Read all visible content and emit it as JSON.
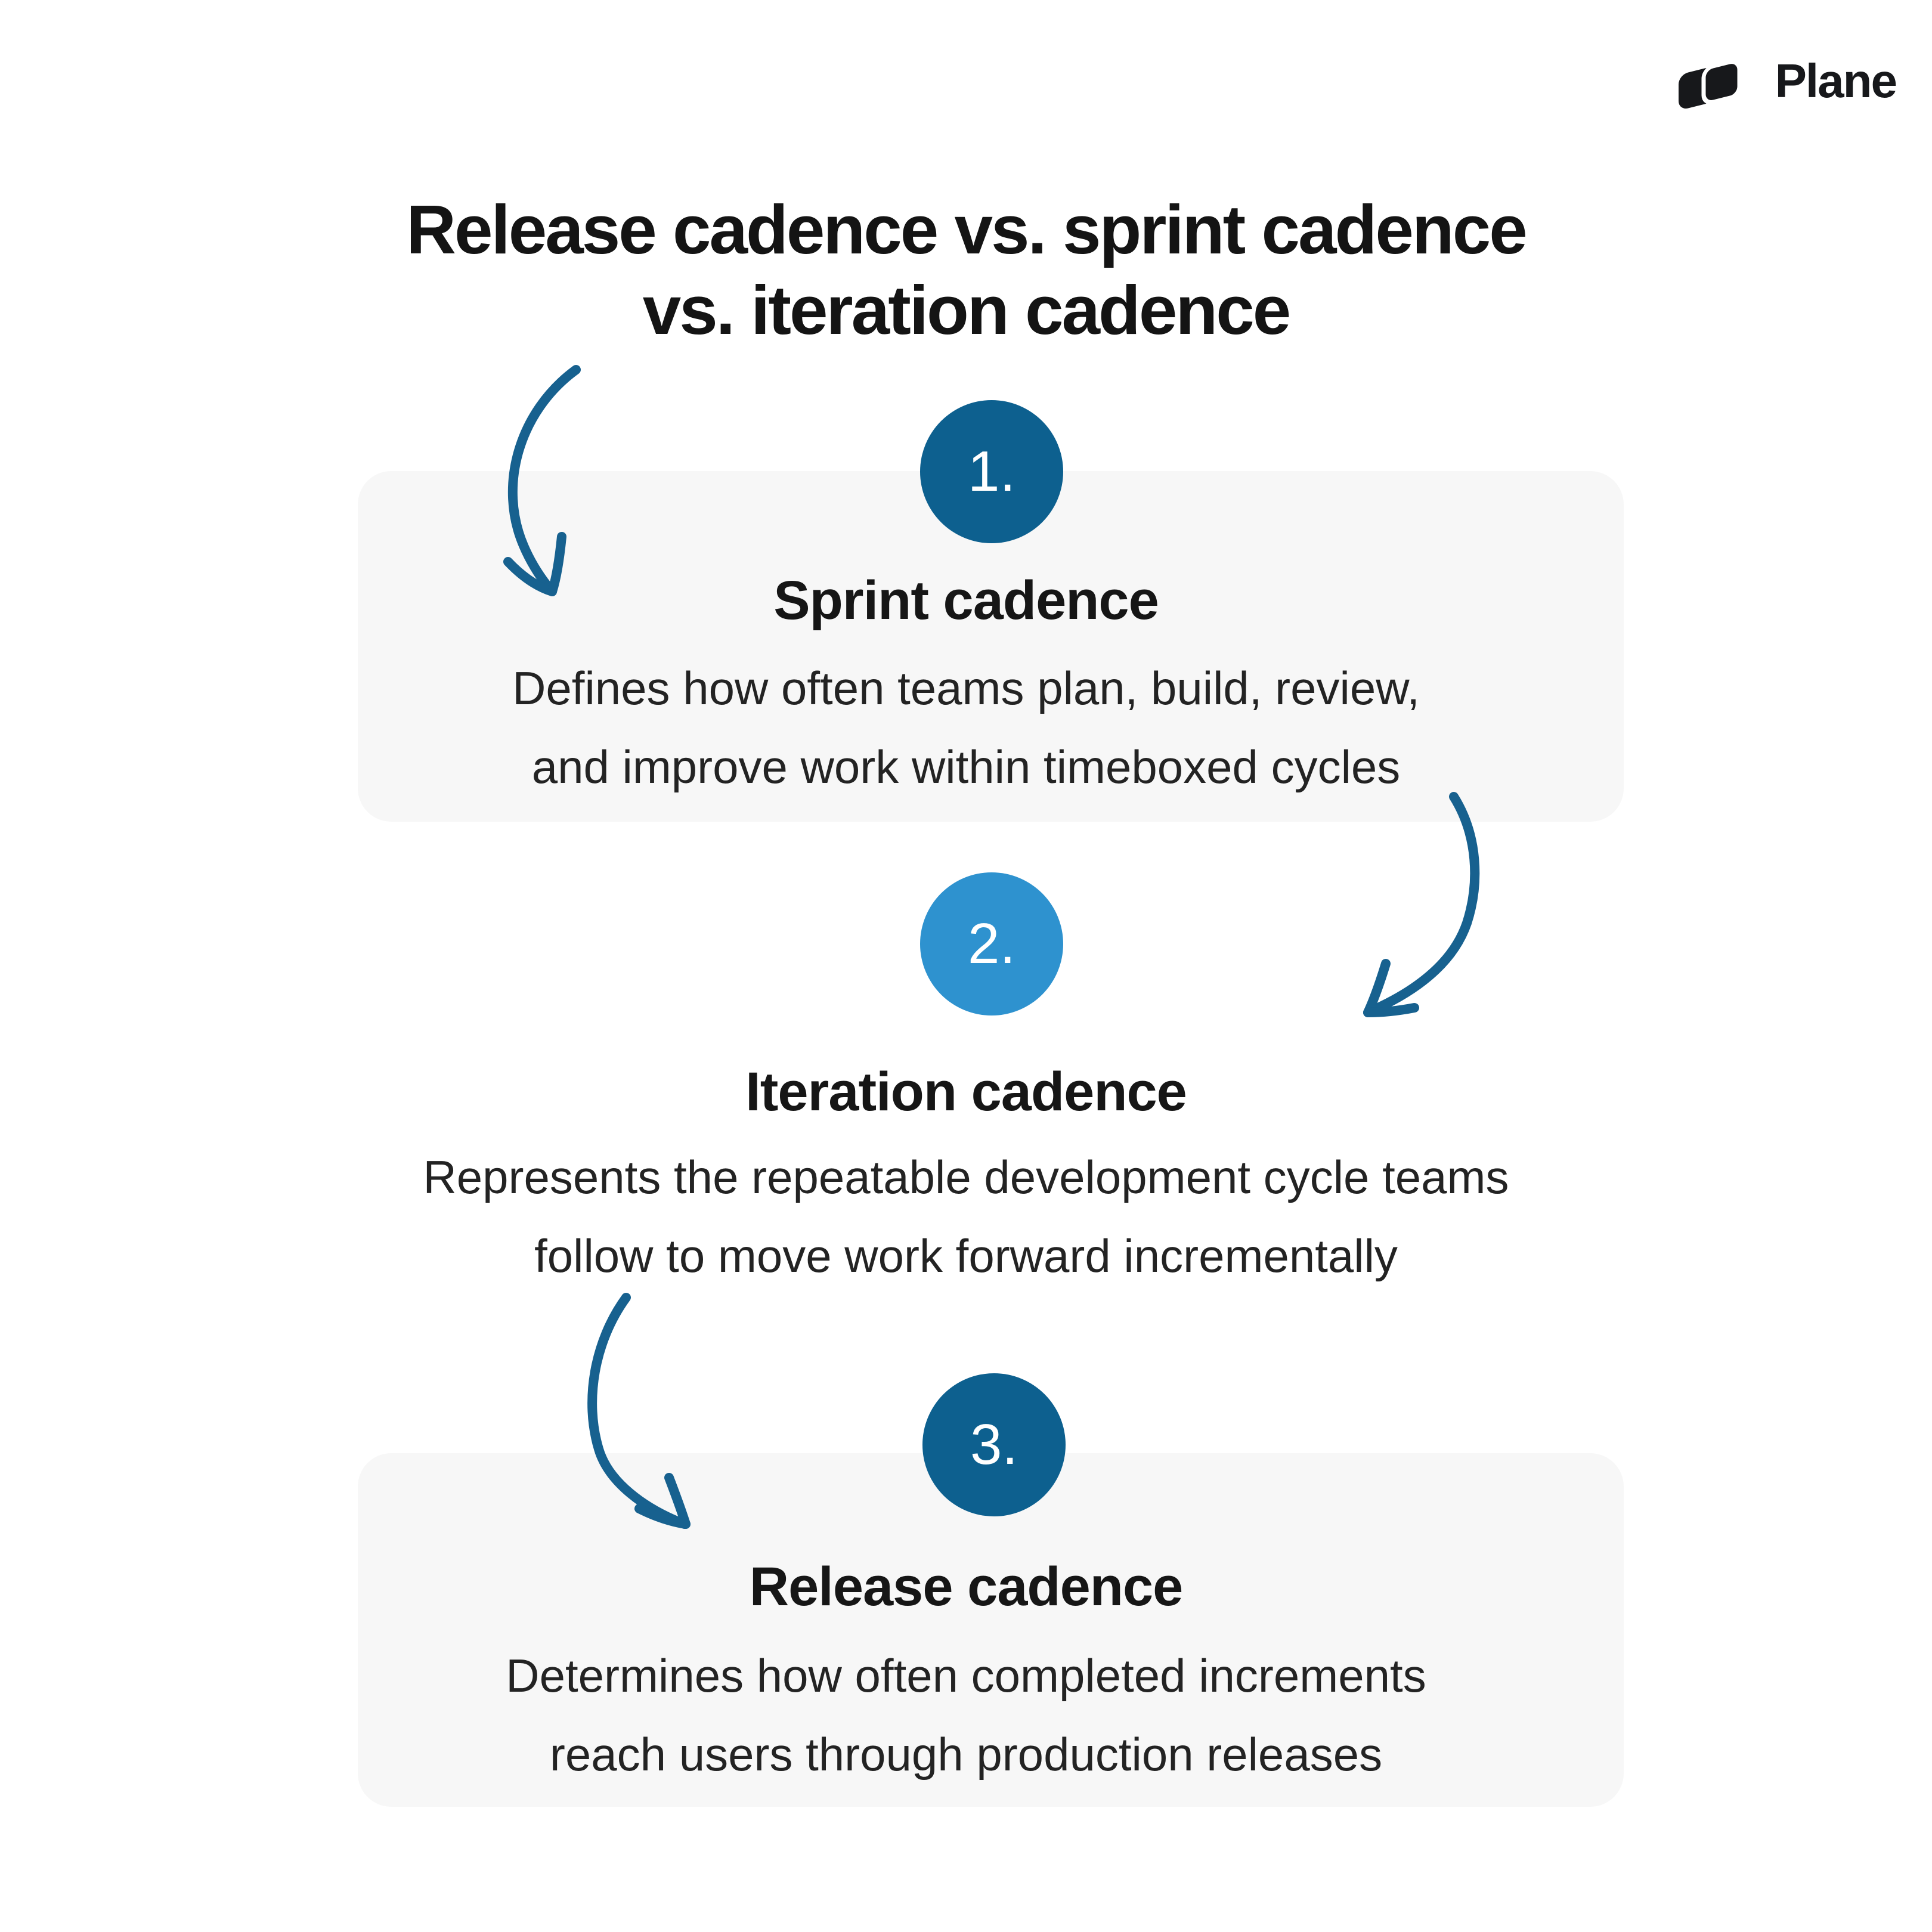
{
  "logo": {
    "icon": "plane-logo-icon",
    "wordmark": "Plane"
  },
  "title": {
    "lines": [
      "Release cadence vs. sprint cadence",
      "vs. iteration cadence"
    ]
  },
  "sections": [
    {
      "number": "1.",
      "heading": "Sprint cadence",
      "description_lines": [
        "Defines how often teams plan, build, review,",
        "and improve work within timeboxed cycles"
      ],
      "has_card": true,
      "circle_color": "#0d608f"
    },
    {
      "number": "2.",
      "heading": "Iteration cadence",
      "description_lines": [
        "Represents the repeatable development cycle teams",
        "follow to move work forward incrementally"
      ],
      "has_card": false,
      "circle_color": "#2e92cf"
    },
    {
      "number": "3.",
      "heading": "Release cadence",
      "description_lines": [
        "Determines how often completed increments",
        "reach users through production releases"
      ],
      "has_card": true,
      "circle_color": "#0d608f"
    }
  ],
  "colors": {
    "background": "#ffffff",
    "card_background": "#f7f7f7",
    "circle_dark": "#0d608f",
    "circle_light": "#2e92cf",
    "arrow": "#17618f",
    "title_text": "#141414",
    "body_text": "#232323",
    "number_text": "#ffffff",
    "logo_text": "#17181b"
  }
}
